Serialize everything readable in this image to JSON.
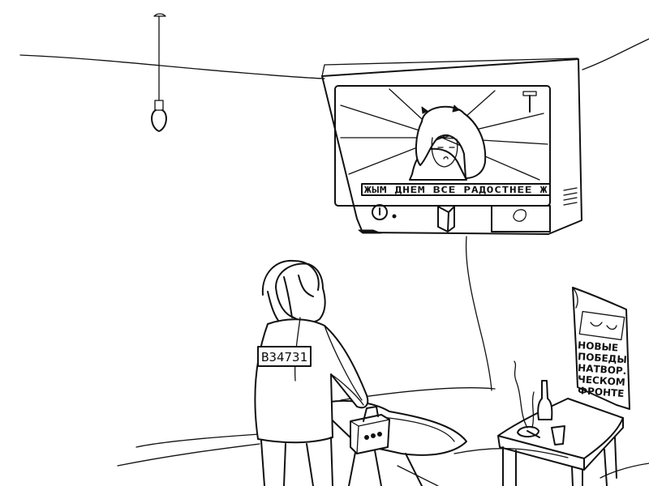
{
  "tv": {
    "ticker": "ЖЫМ ДНЕМ ВСЕ РАДОСТНЕЕ Ж"
  },
  "person": {
    "badge": "B34731"
  },
  "poster": {
    "lines": [
      "НОВЫЕ",
      "ПОБЕДЫ",
      "НАТВОР.",
      "ЧЕСКОМ",
      "ФРОНТЕ"
    ]
  },
  "icons": {
    "tv_knob": "dial-knob-icon",
    "tv_antenna": "antenna-icon",
    "lamp": "light-bulb-icon"
  }
}
